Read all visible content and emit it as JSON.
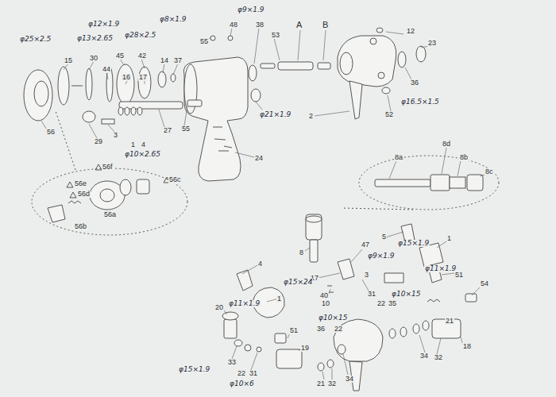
{
  "diagram": {
    "labels": [
      "φ25×2.5",
      "15",
      "30",
      "φ13×2.65",
      "φ12×1.9",
      "44",
      "45",
      "φ28×2.5",
      "42",
      "16",
      "17",
      "14",
      "37",
      "φ8×1.9",
      "55",
      "48",
      "φ9×1.9",
      "38",
      "53",
      "A",
      "B",
      "12",
      "23",
      "36",
      "φ16.5×1.5",
      "52",
      "2",
      "φ21×1.9",
      "55",
      "56",
      "29",
      "3",
      "27",
      "1",
      "4",
      "φ10×2.65",
      "24",
      "56f",
      "56c",
      "56e",
      "56d",
      "56a",
      "56b",
      "8a",
      "8d",
      "8b",
      "8c",
      "8",
      "47",
      "17",
      "φ9×1.9",
      "3",
      "φ15×24",
      "40",
      "10",
      "31",
      "4",
      "1",
      "5",
      "φ15×1.9",
      "1",
      "φ11×1.9",
      "51",
      "φ10×15",
      "54",
      "22",
      "35",
      "20",
      "φ11×1.9",
      "51",
      "19",
      "33",
      "φ15×1.9",
      "22",
      "31",
      "φ10×6",
      "φ10×15",
      "36",
      "22",
      "21",
      "32",
      "34",
      "21",
      "32",
      "34",
      "18"
    ]
  }
}
